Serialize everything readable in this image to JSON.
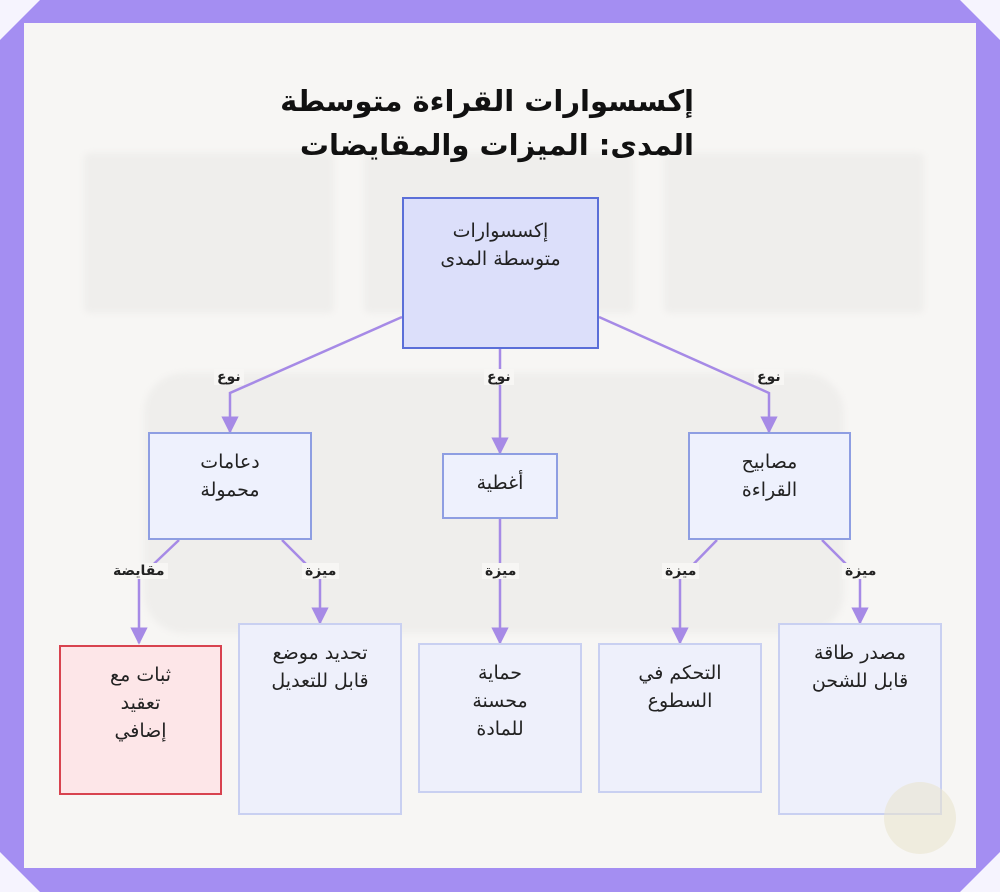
{
  "title": "إكسسوارات القراءة متوسطة المدى: الميزات والمقايضات",
  "nodes": {
    "root": "إكسسوارات متوسطة المدى",
    "stands": "دعامات محمولة",
    "covers": "أغطية",
    "lamps": "مصابيح القراءة",
    "stability": "ثبات مع تعقيد إضافي",
    "positioning": "تحديد موضع قابل للتعديل",
    "protection": "حماية محسنة للمادة",
    "glare": "التحكم في السطوع",
    "power": "مصدر طاقة قابل للشحن"
  },
  "edge_labels": {
    "type_left": "نوع",
    "type_center": "نوع",
    "type_right": "نوع",
    "tradeoff": "مقايضة",
    "feature_stands": "ميزة",
    "feature_covers": "ميزة",
    "feature_glare": "ميزة",
    "feature_power": "ميزة"
  },
  "colors": {
    "frame": "#a48ef2",
    "edge": "#a68ae6",
    "root_fill": "#dcdffa",
    "tradeoff_border": "#d8434f"
  }
}
